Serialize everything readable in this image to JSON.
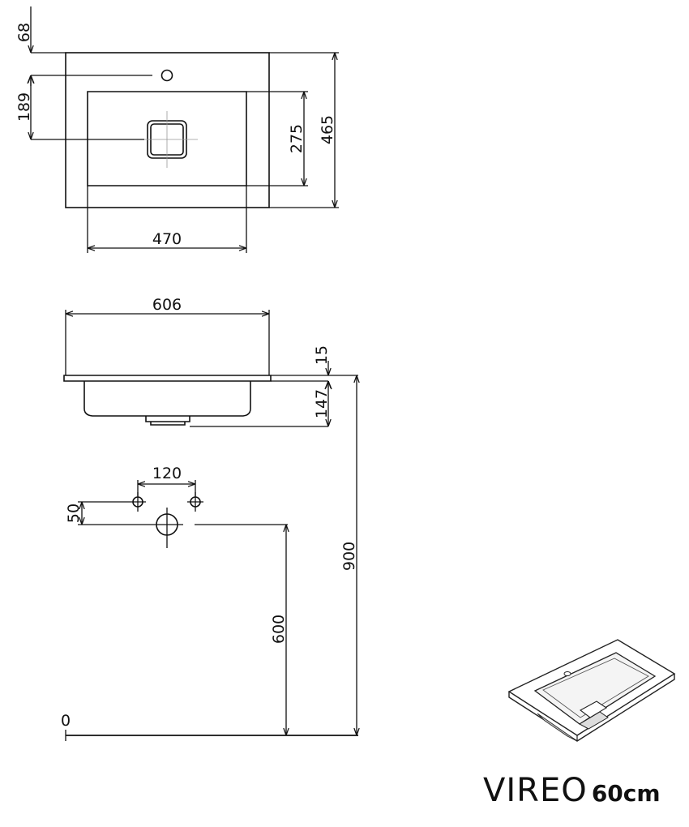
{
  "title": {
    "name": "VIREO",
    "size": "60cm"
  },
  "dimensions": {
    "tap_hole_offset": "68",
    "drain_offset": "189",
    "bowl_depth_inner": "275",
    "basin_depth": "465",
    "bowl_width": "470",
    "basin_width": "606",
    "rim_thickness": "15",
    "bowl_height": "147",
    "supply_spacing": "120",
    "supply_height_offset": "50",
    "drain_height": "600",
    "top_height": "900",
    "floor_level": "0"
  },
  "icons": {
    "tap_hole": "circle-icon",
    "drain": "square-drain-icon",
    "supply_port": "crosshair-circle-icon",
    "waste_outlet": "crosshair-circle-icon",
    "product": "basin-perspective-icon"
  }
}
